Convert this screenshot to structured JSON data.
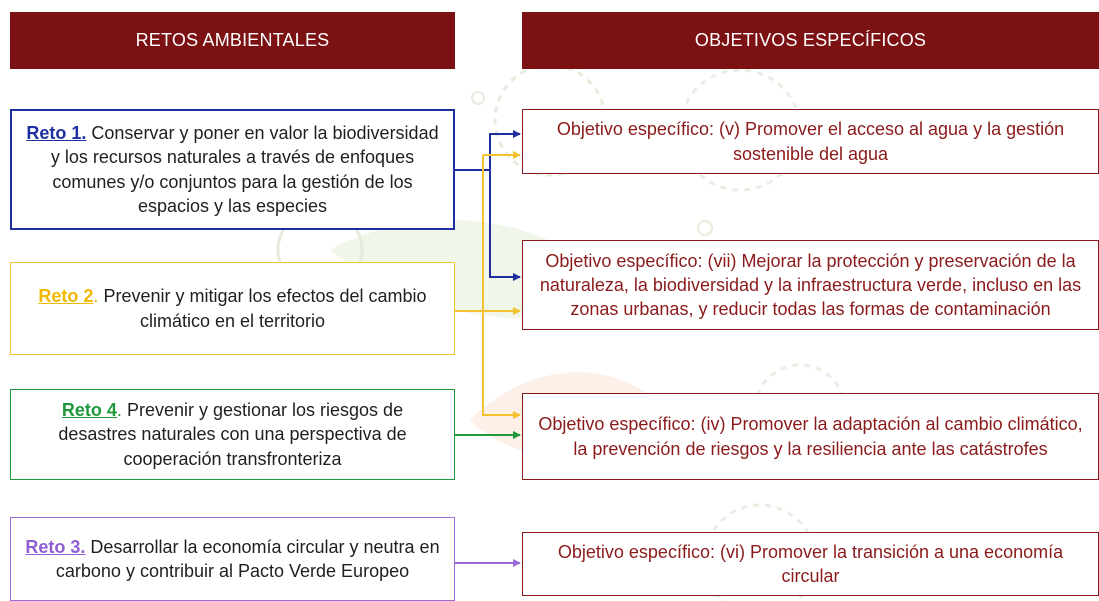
{
  "headers": {
    "left": "RETOS AMBIENTALES",
    "right": "OBJETIVOS ESPECÍFICOS"
  },
  "retos": [
    {
      "tag": "Reto 1.",
      "text": " Conservar y poner en valor la biodiversidad y los recursos naturales a través de enfoques comunes y/o conjuntos para la gestión de los espacios y las especies",
      "color": "#1f2fa0"
    },
    {
      "tag": "Reto 2",
      "sep": ".",
      "text": " Prevenir y mitigar los efectos del cambio climático en el territorio",
      "color": "#f0b800"
    },
    {
      "tag": "Reto 4",
      "sep": ".",
      "text": " Prevenir y gestionar los riesgos de desastres naturales con una perspectiva de cooperación transfronteriza",
      "color": "#1e9a3c"
    },
    {
      "tag": "Reto 3.",
      "text": " Desarrollar la economía circular y neutra en carbono y contribuir al Pacto Verde Europeo",
      "color": "#8f5fd3"
    }
  ],
  "objetivos": [
    {
      "text": "Objetivo específico: (v) Promover el acceso al agua y la gestión sostenible del agua"
    },
    {
      "text": "Objetivo específico: (vii) Mejorar la protección y preservación de la naturaleza, la biodiversidad y la infraestructura verde, incluso en las zonas urbanas, y reducir todas las formas de contaminación"
    },
    {
      "text": "Objetivo específico: (iv) Promover la adaptación al cambio climático, la prevención de riesgos y la resiliencia ante las catástrofes"
    },
    {
      "text": "Objetivo específico: (vi) Promover la transición a una economía circular"
    }
  ],
  "colors": {
    "header_bg": "#7b1113",
    "objective_border": "#8b1a1a",
    "reto1": "#1f2fa0",
    "reto2": "#f2c32e",
    "reto4": "#1e9a3c",
    "reto3": "#9a6ad6"
  }
}
